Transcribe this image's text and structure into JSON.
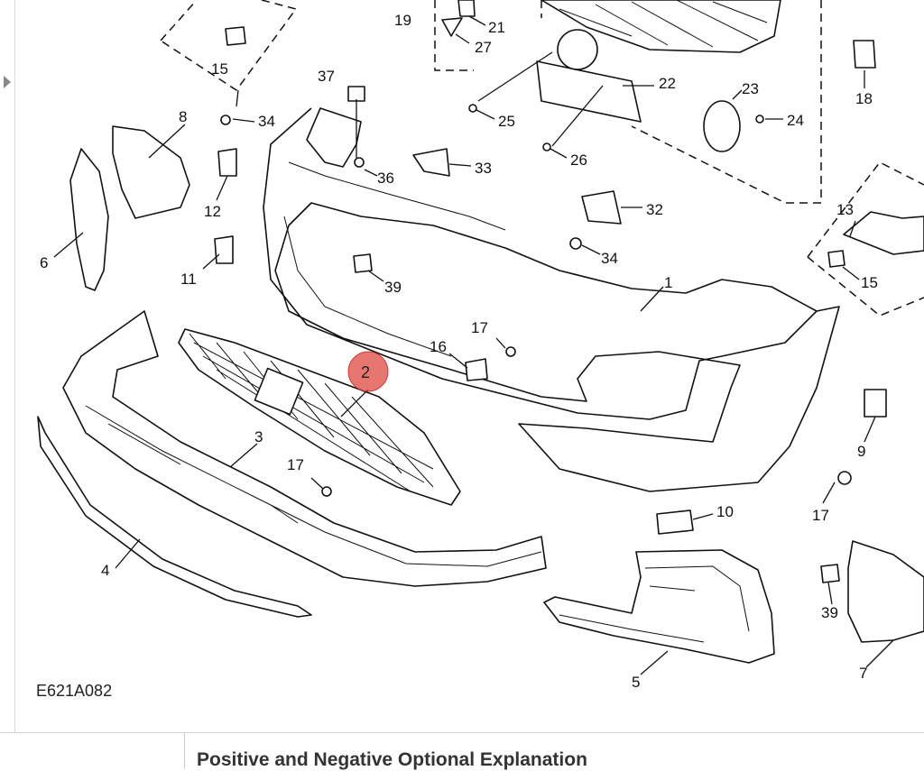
{
  "diagram": {
    "drawing_id": "E621A082",
    "highlighted_callout": "2",
    "callouts": [
      {
        "id": "c-19",
        "text": "19"
      },
      {
        "id": "c-21",
        "text": "21"
      },
      {
        "id": "c-27",
        "text": "27"
      },
      {
        "id": "c-15a",
        "text": "15"
      },
      {
        "id": "c-34a",
        "text": "34"
      },
      {
        "id": "c-37",
        "text": "37"
      },
      {
        "id": "c-22",
        "text": "22"
      },
      {
        "id": "c-25",
        "text": "25"
      },
      {
        "id": "c-23",
        "text": "23"
      },
      {
        "id": "c-24",
        "text": "24"
      },
      {
        "id": "c-18",
        "text": "18"
      },
      {
        "id": "c-8",
        "text": "8"
      },
      {
        "id": "c-26",
        "text": "26"
      },
      {
        "id": "c-36",
        "text": "36"
      },
      {
        "id": "c-33",
        "text": "33"
      },
      {
        "id": "c-12",
        "text": "12"
      },
      {
        "id": "c-13",
        "text": "13"
      },
      {
        "id": "c-32",
        "text": "32"
      },
      {
        "id": "c-6",
        "text": "6"
      },
      {
        "id": "c-11",
        "text": "11"
      },
      {
        "id": "c-34b",
        "text": "34"
      },
      {
        "id": "c-39a",
        "text": "39"
      },
      {
        "id": "c-15b",
        "text": "15"
      },
      {
        "id": "c-1",
        "text": "1"
      },
      {
        "id": "c-17a",
        "text": "17"
      },
      {
        "id": "c-16",
        "text": "16"
      },
      {
        "id": "c-9",
        "text": "9"
      },
      {
        "id": "c-3",
        "text": "3"
      },
      {
        "id": "c-17b",
        "text": "17"
      },
      {
        "id": "c-17c",
        "text": "17"
      },
      {
        "id": "c-10",
        "text": "10"
      },
      {
        "id": "c-4",
        "text": "4"
      },
      {
        "id": "c-39b",
        "text": "39"
      },
      {
        "id": "c-5",
        "text": "5"
      },
      {
        "id": "c-7",
        "text": "7"
      }
    ]
  },
  "table": {
    "heading": "Positive and Negative Optional Explanation"
  }
}
